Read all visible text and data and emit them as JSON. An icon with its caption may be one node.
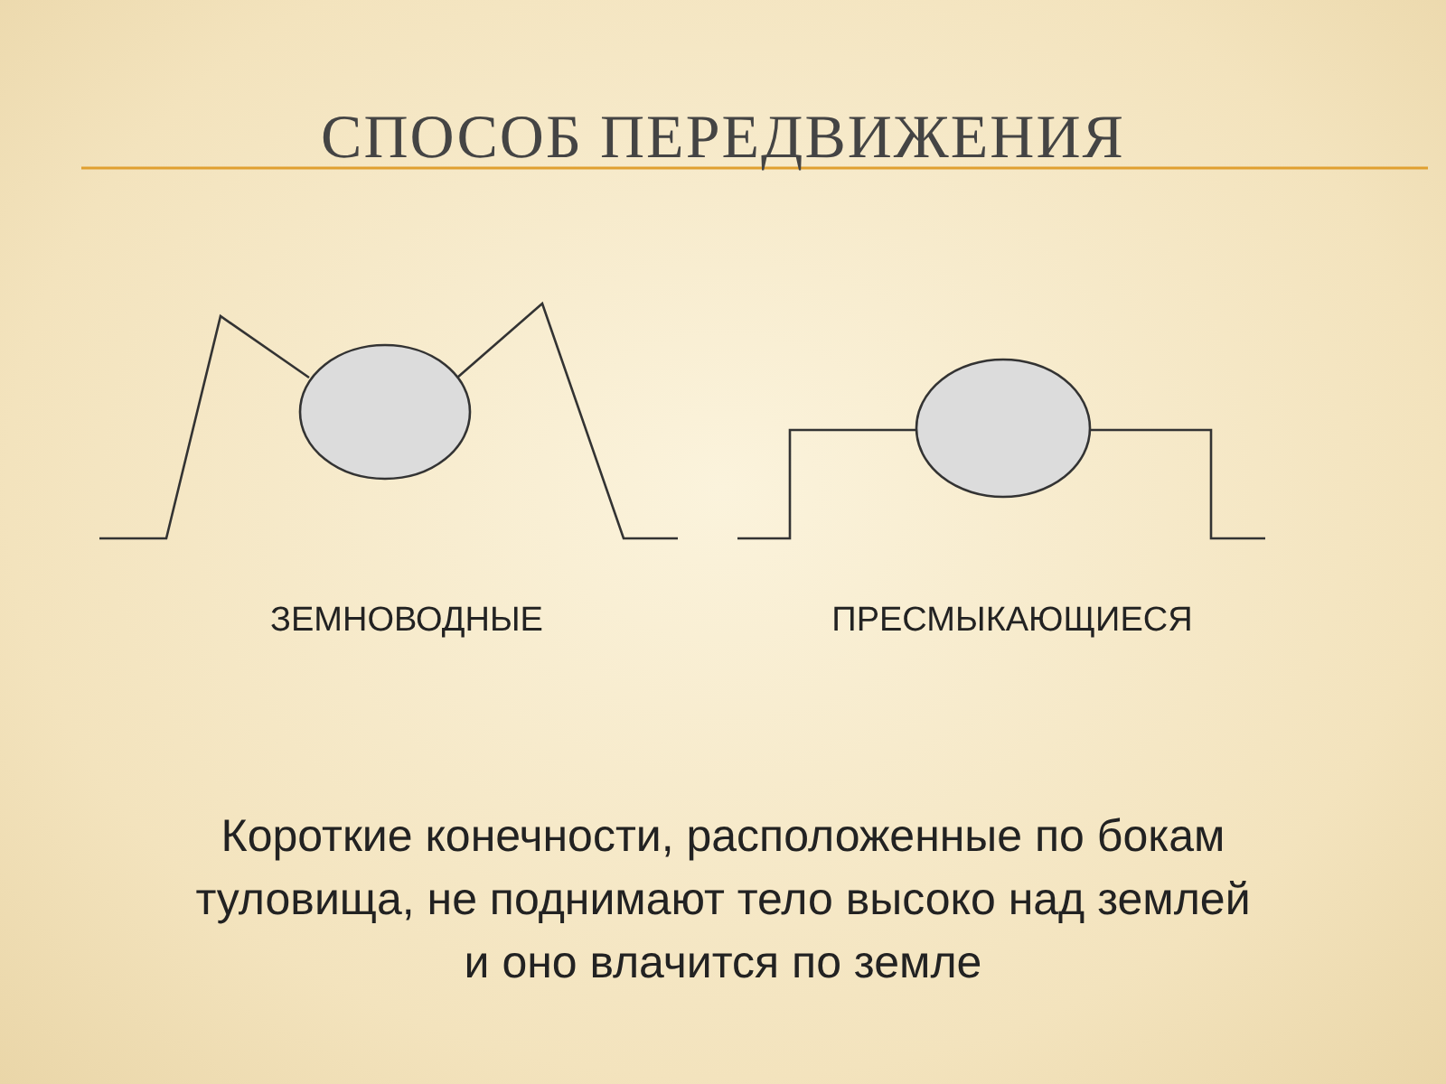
{
  "diagram": {
    "title": "СПОСОБ ПЕРЕДВИЖЕНИЯ",
    "labels": [
      "ЗЕМНОВОДНЫЕ",
      "ПРЕСМЫКАЮЩИЕСЯ",
      "Короткие конечности, расположенные по бокам туловища, не поднимают тело высоко над землей и оно влачится по земле"
    ]
  }
}
